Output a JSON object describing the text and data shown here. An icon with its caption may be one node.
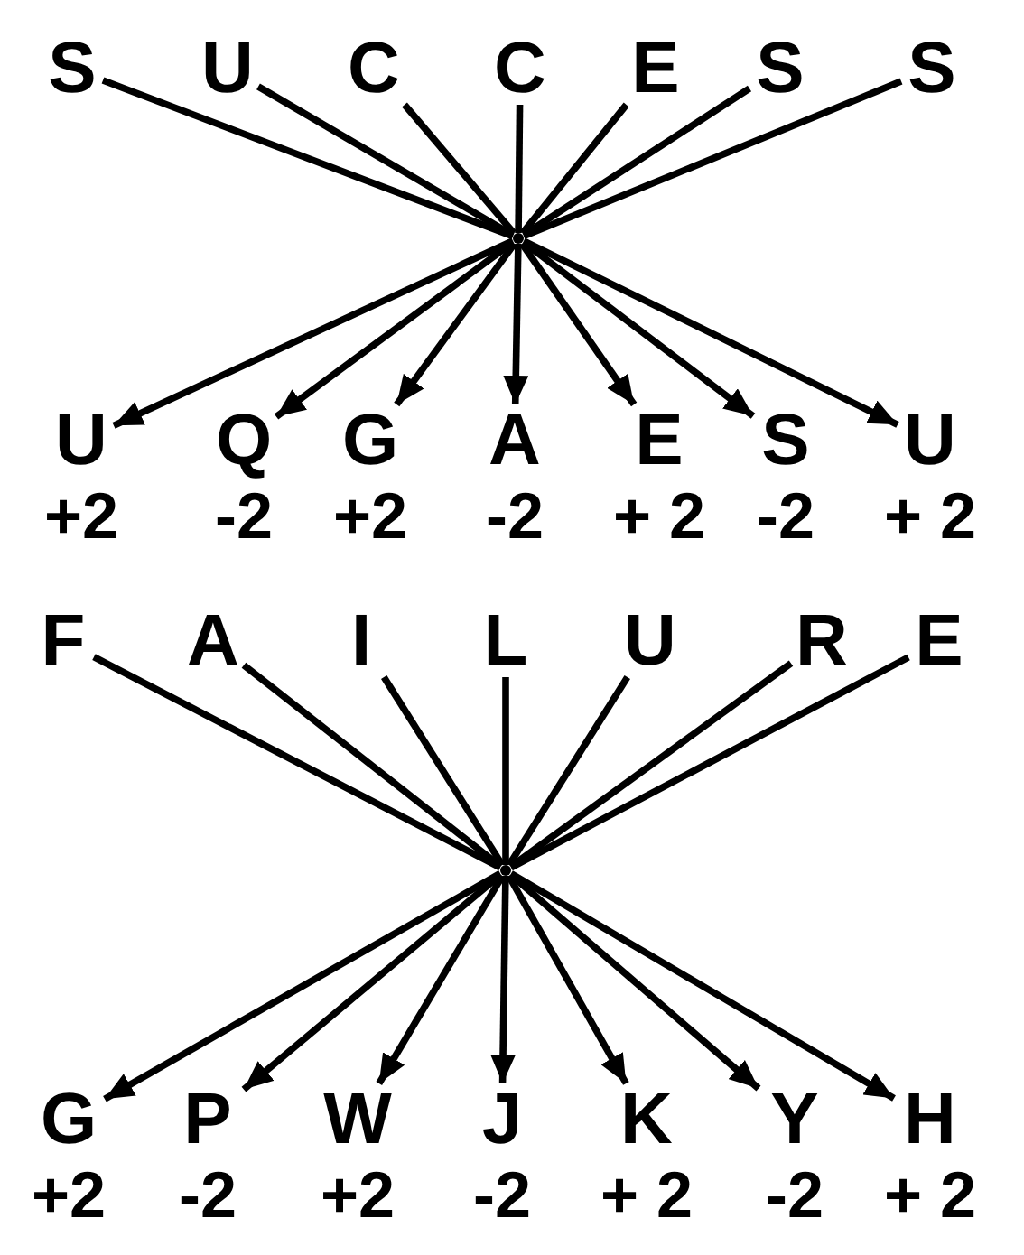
{
  "diagram": {
    "nodes": [
      {
        "text": [
          "S"
        ]
      },
      {
        "text": [
          "U"
        ]
      },
      {
        "text": [
          "C"
        ]
      },
      {
        "text": [
          "C"
        ]
      },
      {
        "text": [
          "E"
        ]
      },
      {
        "text": [
          "S"
        ]
      },
      {
        "text": [
          "S"
        ]
      },
      {
        "text": [],
        "shape": "point"
      },
      {
        "text": [
          "U"
        ],
        "beside": [
          "+2"
        ]
      },
      {
        "text": [
          "Q"
        ],
        "beside": [
          "-2"
        ]
      },
      {
        "text": [
          "G"
        ],
        "beside": [
          "+2"
        ]
      },
      {
        "text": [
          "A"
        ],
        "beside": [
          "-2"
        ]
      },
      {
        "text": [
          "E"
        ],
        "beside": [
          "+ 2"
        ]
      },
      {
        "text": [
          "S"
        ],
        "beside": [
          "-2"
        ]
      },
      {
        "text": [
          "U"
        ],
        "beside": [
          "+ 2"
        ]
      },
      {
        "text": [
          "F"
        ]
      },
      {
        "text": [
          "A"
        ]
      },
      {
        "text": [
          "I"
        ]
      },
      {
        "text": [
          "L"
        ]
      },
      {
        "text": [
          "U"
        ]
      },
      {
        "text": [
          "R"
        ]
      },
      {
        "text": [
          "E"
        ]
      },
      {
        "text": [],
        "shape": "point"
      },
      {
        "text": [
          "G"
        ],
        "beside": [
          "+2"
        ]
      },
      {
        "text": [
          "P"
        ],
        "beside": [
          "-2"
        ]
      },
      {
        "text": [
          "W"
        ],
        "beside": [
          "+2"
        ]
      },
      {
        "text": [
          "J"
        ],
        "beside": [
          "-2"
        ]
      },
      {
        "text": [
          "K"
        ],
        "beside": [
          "+ 2"
        ]
      },
      {
        "text": [
          "Y"
        ],
        "beside": [
          "-2"
        ]
      },
      {
        "text": [
          "H"
        ],
        "beside": [
          "+ 2"
        ]
      }
    ],
    "edges": [
      {
        "from": 0,
        "to": 7,
        "arrow": "none"
      },
      {
        "from": 1,
        "to": 7,
        "arrow": "none"
      },
      {
        "from": 2,
        "to": 7,
        "arrow": "none"
      },
      {
        "from": 3,
        "to": 7,
        "arrow": "none"
      },
      {
        "from": 4,
        "to": 7,
        "arrow": "none"
      },
      {
        "from": 5,
        "to": 7,
        "arrow": "none"
      },
      {
        "from": 6,
        "to": 7,
        "arrow": "none"
      },
      {
        "from": 7,
        "to": 8,
        "arrow": "to"
      },
      {
        "from": 7,
        "to": 9,
        "arrow": "to"
      },
      {
        "from": 7,
        "to": 10,
        "arrow": "to"
      },
      {
        "from": 7,
        "to": 11,
        "arrow": "to"
      },
      {
        "from": 7,
        "to": 12,
        "arrow": "to"
      },
      {
        "from": 7,
        "to": 13,
        "arrow": "to"
      },
      {
        "from": 7,
        "to": 14,
        "arrow": "to"
      },
      {
        "from": 15,
        "to": 22,
        "arrow": "none"
      },
      {
        "from": 16,
        "to": 22,
        "arrow": "none"
      },
      {
        "from": 17,
        "to": 22,
        "arrow": "none"
      },
      {
        "from": 18,
        "to": 22,
        "arrow": "none"
      },
      {
        "from": 19,
        "to": 22,
        "arrow": "none"
      },
      {
        "from": 20,
        "to": 22,
        "arrow": "none"
      },
      {
        "from": 21,
        "to": 22,
        "arrow": "none"
      },
      {
        "from": 22,
        "to": 23,
        "arrow": "to"
      },
      {
        "from": 22,
        "to": 24,
        "arrow": "to"
      },
      {
        "from": 22,
        "to": 25,
        "arrow": "to"
      },
      {
        "from": 22,
        "to": 26,
        "arrow": "to"
      },
      {
        "from": 22,
        "to": 27,
        "arrow": "to"
      },
      {
        "from": 22,
        "to": 28,
        "arrow": "to"
      },
      {
        "from": 22,
        "to": 29,
        "arrow": "to"
      }
    ]
  }
}
